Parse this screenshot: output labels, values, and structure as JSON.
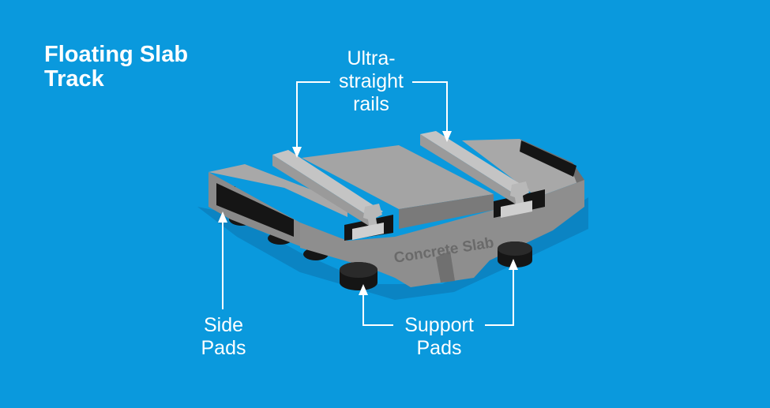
{
  "title": {
    "line1": "Floating Slab",
    "line2": "Track"
  },
  "labels": {
    "rails": {
      "line1": "Ultra-",
      "line2": "straight",
      "line3": "rails"
    },
    "slab": "Concrete Slab",
    "side_pads": {
      "line1": "Side",
      "line2": "Pads"
    },
    "support_pads": {
      "line1": "Support",
      "line2": "Pads"
    }
  },
  "colors": {
    "background": "#0a99dd",
    "shadow": "#0b84c3",
    "concrete_top": "#a4a4a4",
    "concrete_front": "#8e8e8e",
    "concrete_dark": "#6f6f6f",
    "pad": "#151515",
    "rail": "#c4c4c4",
    "callout": "#ffffff"
  }
}
